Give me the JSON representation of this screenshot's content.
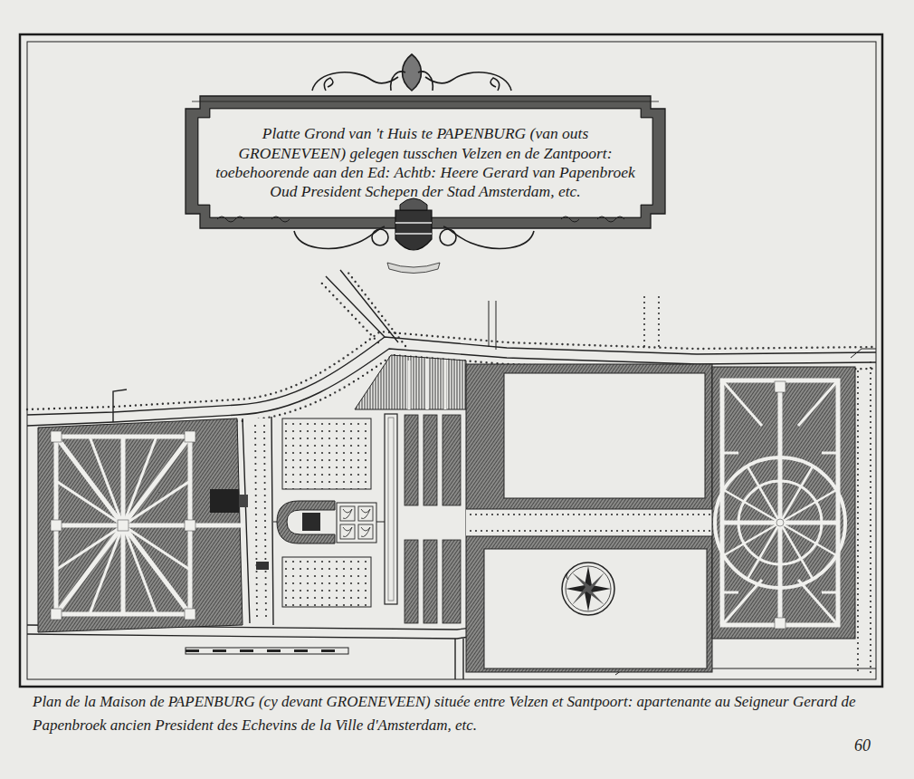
{
  "diagram": {
    "title": "Platte Grond van 't Huis te PAPENBURG (van outs GROENEVEEN) gelegen tusschen Velzen en de Zantpoort: toebehoorende aan den Ed: Achtb: Heere Gerard van Papenbroek Oud President Schepen der Stad Amsterdam, etc.",
    "caption": "Plan de la Maison de PAPENBURG (cy devant GROENEVEEN) située entre Velzen et Santpoort: apartenante au Seigneur Gerard de Papenbroek ancien President des Echevins de la Ville d'Amsterdam, etc.",
    "labels": [
      "60"
    ]
  }
}
